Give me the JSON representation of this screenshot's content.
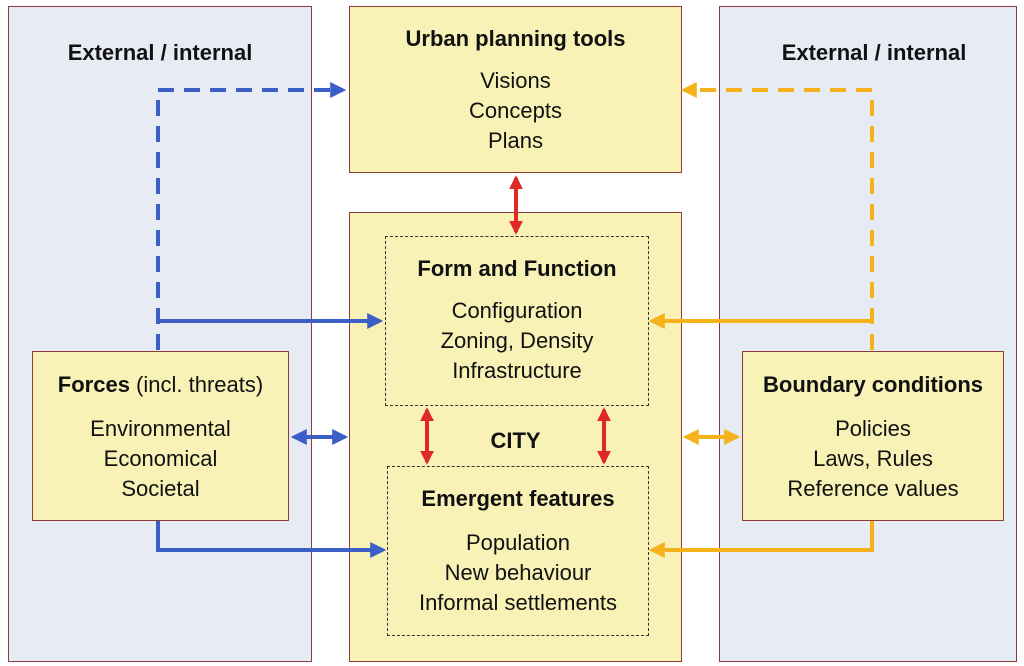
{
  "left_panel": {
    "header": "External / internal"
  },
  "right_panel": {
    "header": "External / internal"
  },
  "tools": {
    "title": "Urban planning tools",
    "items": [
      "Visions",
      "Concepts",
      "Plans"
    ]
  },
  "form": {
    "title": "Form and Function",
    "items": [
      "Configuration",
      "Zoning, Density",
      "Infrastructure"
    ]
  },
  "city": {
    "label": "CITY"
  },
  "emergent": {
    "title": "Emergent features",
    "items": [
      "Population",
      "New behaviour",
      "Informal settlements"
    ]
  },
  "forces": {
    "title_bold": "Forces",
    "title_rest": " (incl. threats)",
    "items": [
      "Environmental",
      "Economical",
      "Societal"
    ]
  },
  "boundary": {
    "title": "Boundary conditions",
    "items": [
      "Policies",
      "Laws, Rules",
      "Reference values"
    ]
  },
  "colors": {
    "blue": "#3b5fc6",
    "orange": "#f5b21a",
    "red": "#e02828",
    "panel": "#e6ebf4",
    "box": "#f8f2b6"
  }
}
